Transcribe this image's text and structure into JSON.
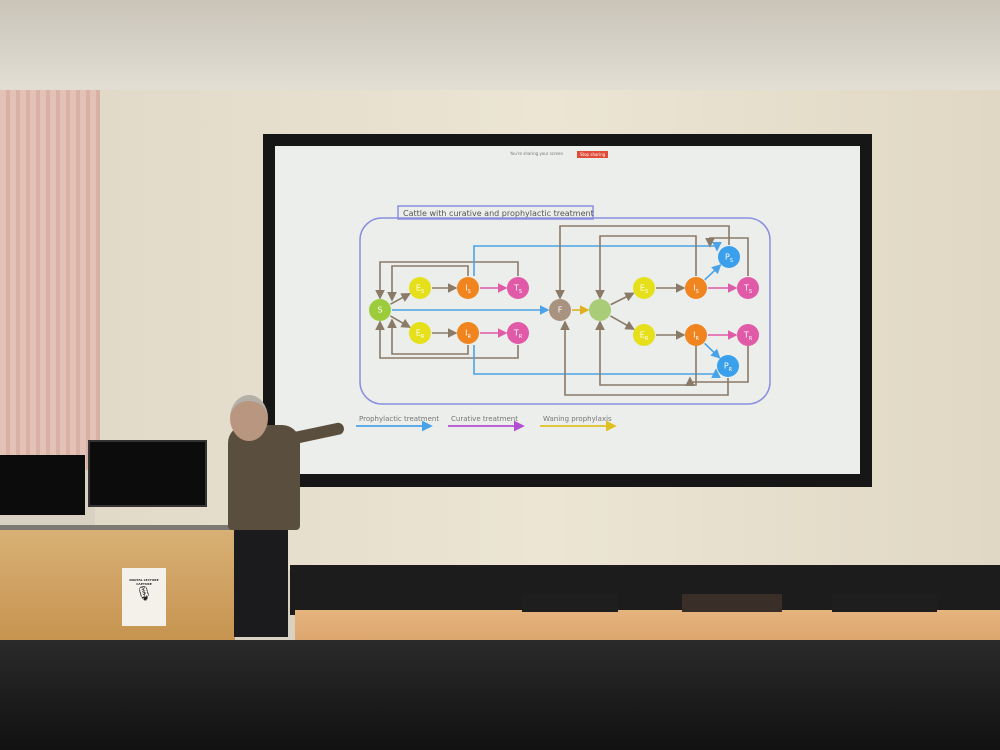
{
  "slide": {
    "share_notice": "You're sharing your screen",
    "stop_sharing": "Stop sharing",
    "title": "Cattle with curative and prophylactic treatment",
    "legend": [
      {
        "label": "Prophylactic treatment",
        "color": "#4aa3e8"
      },
      {
        "label": "Curative treatment",
        "color": "#b24fd0"
      },
      {
        "label": "Waning prophylaxis",
        "color": "#e0c020"
      }
    ],
    "nodes": [
      {
        "label": "S",
        "sub": "",
        "color": "#9ccc3c"
      },
      {
        "label": "E",
        "sub": "S",
        "color": "#e6e01a"
      },
      {
        "label": "I",
        "sub": "S",
        "color": "#f0841e"
      },
      {
        "label": "T",
        "sub": "S",
        "color": "#e05aa8"
      },
      {
        "label": "E",
        "sub": "R",
        "color": "#e6e01a"
      },
      {
        "label": "I",
        "sub": "R",
        "color": "#f0841e"
      },
      {
        "label": "T",
        "sub": "R",
        "color": "#e05aa8"
      },
      {
        "label": "F",
        "sub": "",
        "color": "#a89280"
      },
      {
        "label": "",
        "sub": "",
        "color": "#a8cc78"
      },
      {
        "label": "E",
        "sub": "S",
        "color": "#e6e01a"
      },
      {
        "label": "I",
        "sub": "S",
        "color": "#f0841e"
      },
      {
        "label": "T",
        "sub": "S",
        "color": "#e05aa8"
      },
      {
        "label": "P",
        "sub": "S",
        "color": "#3aa0ec"
      },
      {
        "label": "E",
        "sub": "R",
        "color": "#e6e01a"
      },
      {
        "label": "I",
        "sub": "R",
        "color": "#f0841e"
      },
      {
        "label": "T",
        "sub": "R",
        "color": "#e05aa8"
      },
      {
        "label": "P",
        "sub": "R",
        "color": "#3aa0ec"
      }
    ]
  },
  "poster": {
    "text": "DIGITAL LECTURE CAPTURE"
  }
}
